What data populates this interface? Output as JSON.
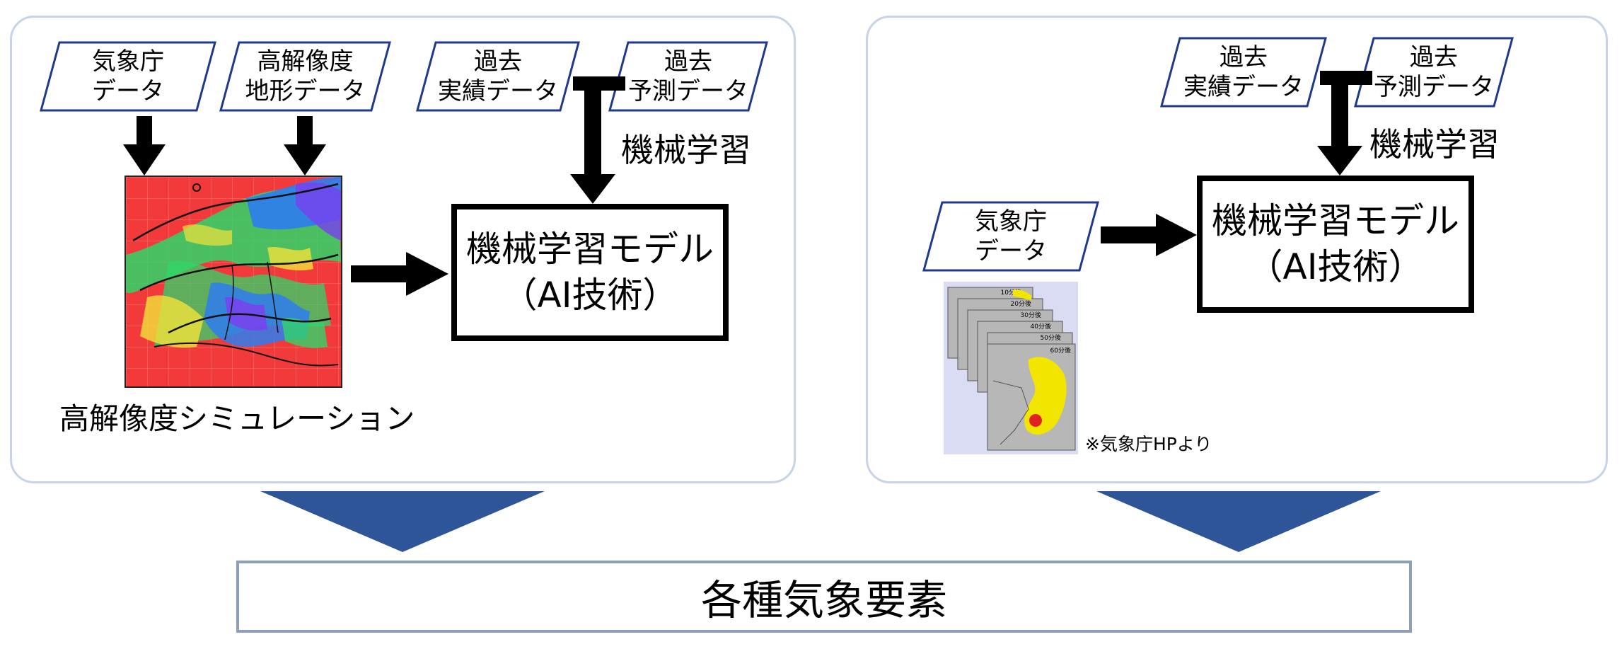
{
  "left_panel": {
    "inputs": [
      {
        "lines": [
          "気象庁",
          "データ"
        ]
      },
      {
        "lines": [
          "高解像度",
          "地形データ"
        ]
      },
      {
        "lines": [
          "過去",
          "実績データ"
        ]
      },
      {
        "lines": [
          "過去",
          "予測データ"
        ]
      }
    ],
    "ml_label": "機械学習",
    "model": {
      "line1": "機械学習モデル",
      "line2": "（AI技術）"
    },
    "simulation_caption": "高解像度シミュレーション"
  },
  "right_panel": {
    "inputs": [
      {
        "lines": [
          "過去",
          "実績データ"
        ]
      },
      {
        "lines": [
          "過去",
          "予測データ"
        ]
      },
      {
        "lines": [
          "気象庁",
          "データ"
        ]
      }
    ],
    "ml_label": "機械学習",
    "model": {
      "line1": "機械学習モデル",
      "line2": "（AI技術）"
    },
    "forecast_frames": [
      "10分後",
      "20分後",
      "30分後",
      "40分後",
      "50分後",
      "60分後"
    ],
    "source_note": "※気象庁HPより"
  },
  "result": "各種気象要素",
  "colors": {
    "panel_border": "#c7d3e8",
    "para_border": "#1f3a8a",
    "arrow_down": "#2e5597",
    "sim_bg": "#f23a3a"
  }
}
